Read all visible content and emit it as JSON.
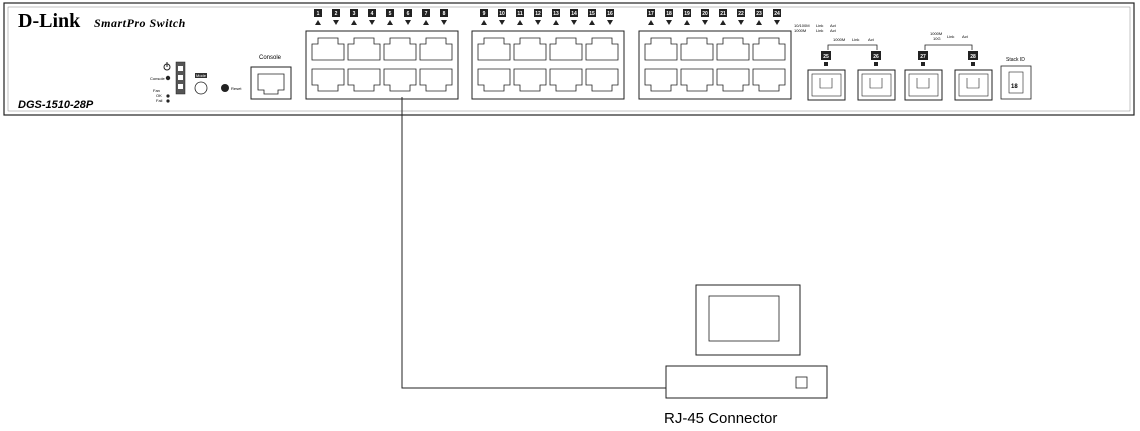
{
  "switch": {
    "brand": "D-Link",
    "series": "SmartPro Switch",
    "model": "DGS-1510-28P",
    "console_led_label": "Console",
    "fan_label": "Fan",
    "fan_ok_label": "OK",
    "fan_fail_label": "Fail",
    "mode_label": "Mode",
    "reset_label": "Reset",
    "console_port_label": "Console",
    "led_legend_copper_1": "10/100M",
    "led_legend_copper_2": "1000M",
    "led_legend_copper_link": "Link",
    "led_legend_copper_act": "Act",
    "led_legend_sfp_1000m": "1000M",
    "led_legend_sfp_link": "Link",
    "led_legend_sfp_act": "Act",
    "led_legend_10g_1": "1000M",
    "led_legend_10g_2": "10G",
    "led_legend_10g_link": "Link",
    "led_legend_10g_act": "Act",
    "stack_id_label": "Stack ID",
    "stack_id_value": "18",
    "ports": [
      "1",
      "2",
      "3",
      "4",
      "5",
      "6",
      "7",
      "8",
      "9",
      "10",
      "11",
      "12",
      "13",
      "14",
      "15",
      "16",
      "17",
      "18",
      "19",
      "20",
      "21",
      "22",
      "23",
      "24"
    ],
    "sfp_ports": [
      "25",
      "26",
      "27",
      "28"
    ]
  },
  "diagram": {
    "caption": "RJ-45 Connector"
  }
}
